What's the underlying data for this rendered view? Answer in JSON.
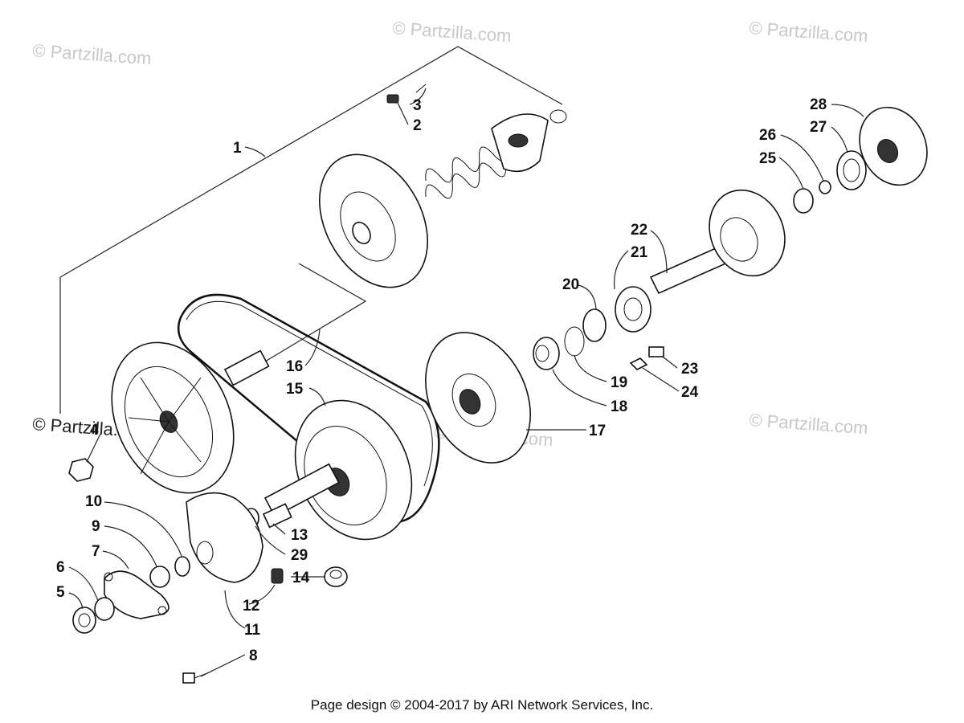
{
  "watermarks": {
    "wm1": "© Partzilla.com",
    "wm2": "© Partzilla.com",
    "wm3": "© Partzilla.com",
    "wm4": "© Partzilla.com",
    "wm5": "© Partzilla.com",
    "wm6": "© Partzilla.com"
  },
  "callouts": {
    "c1": "1",
    "c2": "2",
    "c3": "3",
    "c4": "4",
    "c5": "5",
    "c6": "6",
    "c7": "7",
    "c8": "8",
    "c9": "9",
    "c10": "10",
    "c11": "11",
    "c12": "12",
    "c13": "13",
    "c14": "14",
    "c15": "15",
    "c16": "16",
    "c17": "17",
    "c18": "18",
    "c19": "19",
    "c20": "20",
    "c21": "21",
    "c22": "22",
    "c23": "23",
    "c24": "24",
    "c25": "25",
    "c26": "26",
    "c27": "27",
    "c28": "28",
    "c29": "29"
  },
  "footer": "Page design © 2004-2017 by ARI Network Services, Inc."
}
